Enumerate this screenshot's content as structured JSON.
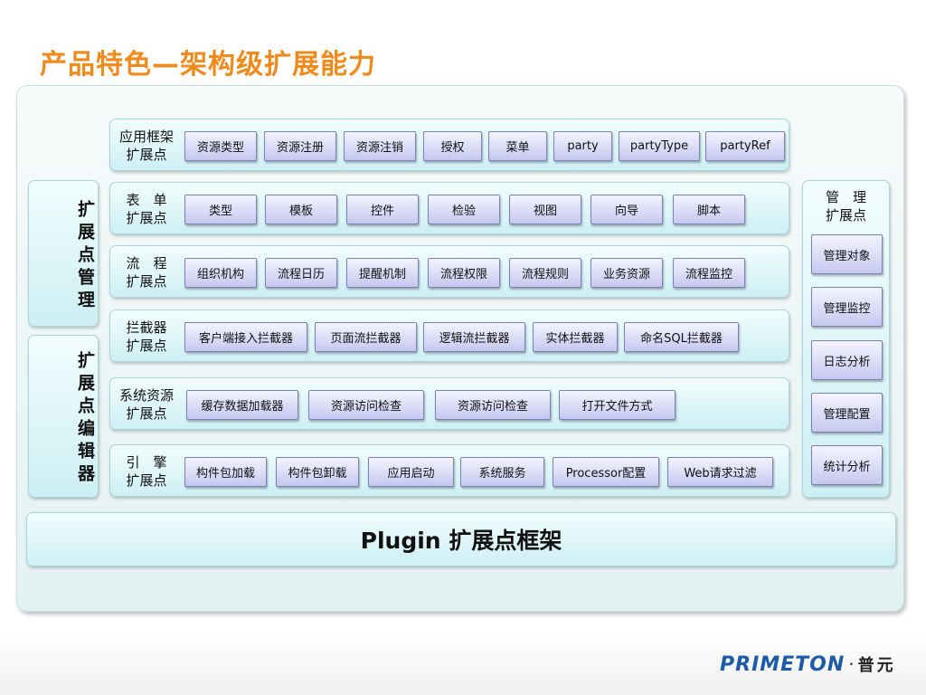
{
  "title": "产品特色—架构级扩展能力",
  "left_panels": [
    "扩展点管理",
    "扩展点编辑器"
  ],
  "rows": [
    {
      "label": "应用框架\n扩展点",
      "items": [
        "资源类型",
        "资源注册",
        "资源注销",
        "授权",
        "菜单",
        "party",
        "partyType",
        "partyRef"
      ]
    },
    {
      "label": "表　单\n扩展点",
      "items": [
        "类型",
        "模板",
        "控件",
        "检验",
        "视图",
        "向导",
        "脚本"
      ]
    },
    {
      "label": "流　程\n扩展点",
      "items": [
        "组织机构",
        "流程日历",
        "提醒机制",
        "流程权限",
        "流程规则",
        "业务资源",
        "流程监控"
      ]
    },
    {
      "label": "拦截器\n扩展点",
      "items": [
        "客户端接入拦截器",
        "页面流拦截器",
        "逻辑流拦截器",
        "实体拦截器",
        "命名SQL拦截器"
      ]
    },
    {
      "label": "系统资源\n扩展点",
      "items": [
        "缓存数据加载器",
        "资源访问检查",
        "资源访问检查",
        "打开文件方式"
      ]
    },
    {
      "label": "引　擎\n扩展点",
      "items": [
        "构件包加载",
        "构件包卸载",
        "应用启动",
        "系统服务",
        "Processor配置",
        "Web请求过滤"
      ]
    }
  ],
  "right_panel": {
    "title": "管　理\n扩展点",
    "items": [
      "管理对象",
      "管理监控",
      "日志分析",
      "管理配置",
      "统计分析"
    ]
  },
  "footer_bar": "Plugin 扩展点框架",
  "logo": {
    "brand": "PRIMETON",
    "separator": "·",
    "cn": "普元"
  },
  "colors": {
    "title": "#f08a1c",
    "logo": "#1d5aa8"
  }
}
